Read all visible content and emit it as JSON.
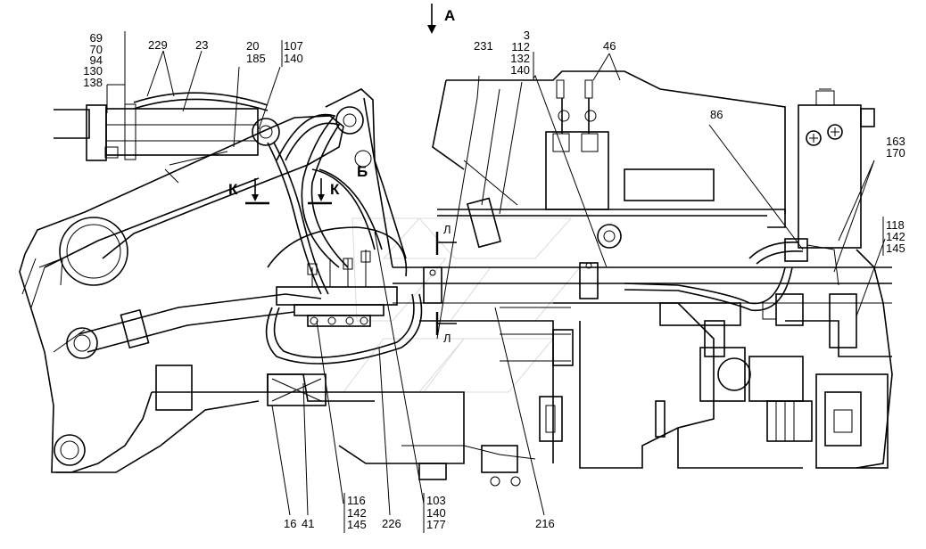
{
  "view_arrow": {
    "label": "А"
  },
  "section_marks": {
    "k_left": "К",
    "k_right": "К",
    "b": "Б",
    "l_top": "Л",
    "l_bottom": "Л"
  },
  "callouts": {
    "stack_left": [
      "69",
      "70",
      "94",
      "130",
      "138"
    ],
    "n229": "229",
    "n23": "23",
    "stack_20": [
      "20",
      "185"
    ],
    "stack_107": [
      "107",
      "140"
    ],
    "n231": "231",
    "stack_3": [
      "3",
      "112",
      "132",
      "140"
    ],
    "n46": "46",
    "n86": "86",
    "stack_163": [
      "163",
      "170"
    ],
    "stack_118": [
      "118",
      "142",
      "145"
    ],
    "n16": "16",
    "n41": "41",
    "stack_116": [
      "116",
      "142",
      "145"
    ],
    "n226": "226",
    "stack_103": [
      "103",
      "140",
      "177"
    ],
    "n216": "216"
  }
}
